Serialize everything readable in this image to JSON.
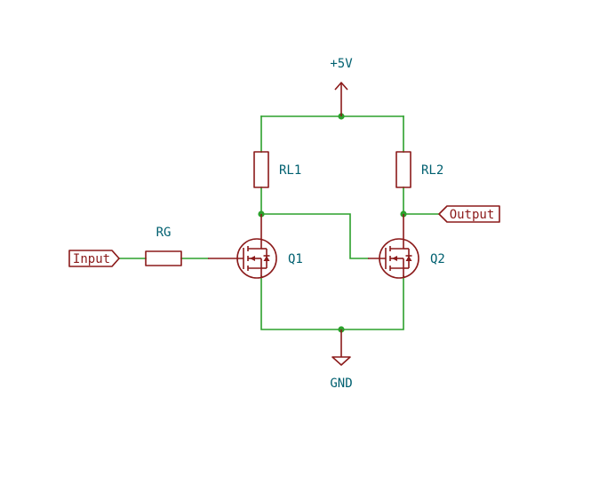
{
  "diagram": {
    "power_label": "+5V",
    "ground_label": "GND",
    "resistors": {
      "rl1": "RL1",
      "rl2": "RL2",
      "rg": "RG"
    },
    "transistors": {
      "q1": "Q1",
      "q2": "Q2"
    },
    "ports": {
      "input": "Input",
      "output": "Output"
    }
  },
  "colors": {
    "wire": "#2ca02c",
    "symbol": "#8b1a1a",
    "label": "#006070",
    "background": "#ffffff"
  }
}
